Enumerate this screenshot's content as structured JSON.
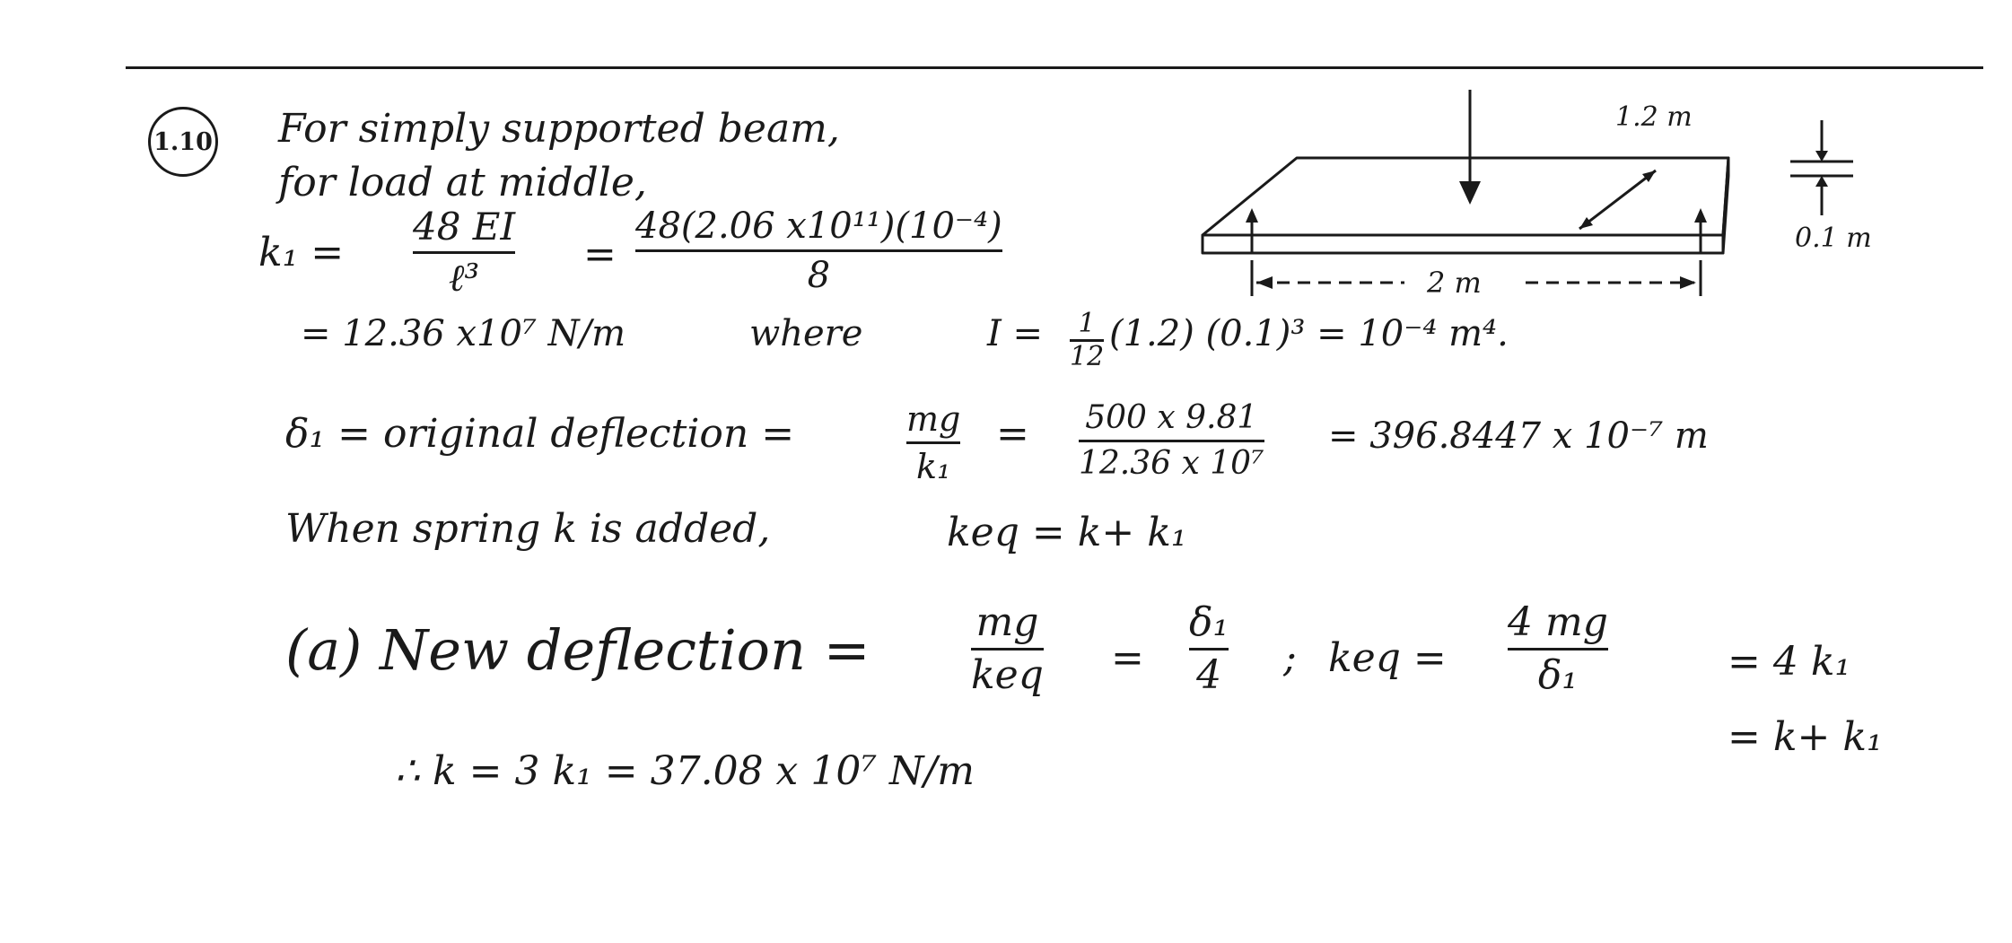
{
  "problem_number": "1.10",
  "lines": {
    "intro_1": "For simply supported beam,",
    "intro_2": "for load at middle,",
    "k1_lhs": "k₁ =",
    "k1_num_a": "48 EI",
    "k1_den_a": "ℓ³",
    "k1_eq_1": "=",
    "k1_num_b": "48(2.06 x10¹¹)(10⁻⁴)",
    "k1_den_b": "8",
    "k1_result": "= 12.36 x10⁷ N/m",
    "where_label": "where",
    "I_lhs": "I =",
    "I_frac_num": "1",
    "I_frac_den": "12",
    "I_rhs": "(1.2) (0.1)³ = 10⁻⁴ m⁴.",
    "delta_lhs": "δ₁ = original deflection =",
    "delta_num_a": "mg",
    "delta_den_a": "k₁",
    "delta_eq": "=",
    "delta_num_b": "500 x 9.81",
    "delta_den_b": "12.36 x 10⁷",
    "delta_result": "= 396.8447 x 10⁻⁷ m",
    "spring_text": "When spring k is added,",
    "spring_eq": "keq = k+ k₁",
    "part_a_label": "(a) New deflection =",
    "pa_num_1": "mg",
    "pa_den_1": "keq",
    "pa_eq_1": "=",
    "pa_num_2": "δ₁",
    "pa_den_2": "4",
    "pa_semi": ";",
    "pa_keq": "keq =",
    "pa_num_3": "4 mg",
    "pa_den_3": "δ₁",
    "pa_r1": "= 4 k₁",
    "pa_r2": "= k+ k₁",
    "therefore": "∴ k = 3 k₁ = 37.08 x 10⁷ N/m"
  },
  "diagram": {
    "width_label": "1.2 m",
    "length_label": "2 m",
    "thickness_label": "0.1 m"
  }
}
